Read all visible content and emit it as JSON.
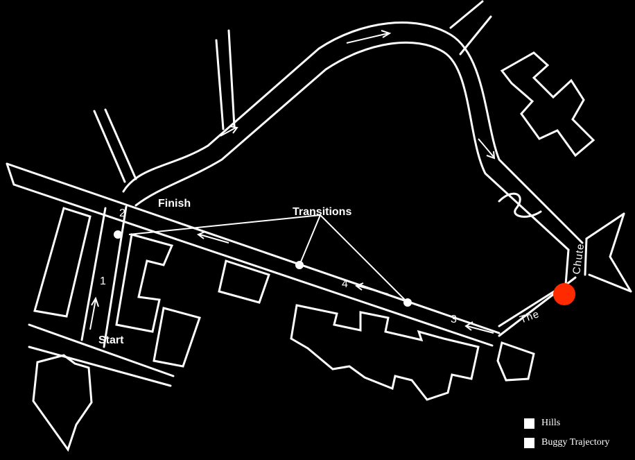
{
  "labels": {
    "finish": "Finish",
    "start": "Start",
    "transitions": "Transitions",
    "chute_word1": "The",
    "chute_word2": "Chute"
  },
  "segments": [
    "1",
    "2",
    "3",
    "4"
  ],
  "colors": {
    "background": "#000000",
    "lines": "#ffffff",
    "marker": "#ff2a00"
  },
  "legend": [
    {
      "label": "Hills",
      "icon": "white-square"
    },
    {
      "label": "Buggy Trajectory",
      "icon": "white-square"
    }
  ]
}
